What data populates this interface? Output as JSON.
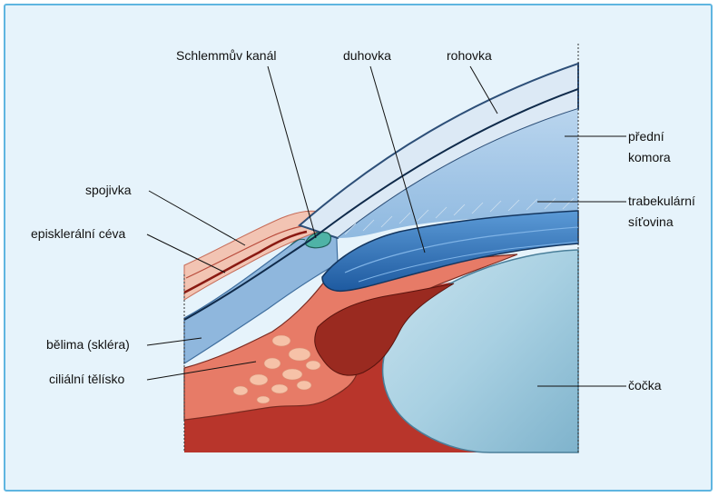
{
  "labels": {
    "schlemm": "Schlemmův kanál",
    "duhovka": "duhovka",
    "rohovka": "rohovka",
    "predni": "přední",
    "komora": "komora",
    "trabekularni": "trabekulární",
    "sitovina": "síťovina",
    "spojivka": "spojivka",
    "episkleralni": "episklerální céva",
    "belima": "bělima (skléra)",
    "cilialni": "ciliální tělísko",
    "cocka": "čočka"
  },
  "colors": {
    "frame_border": "#5fb5e0",
    "frame_fill": "#e6f3fb",
    "cornea": "#dce9f5",
    "anterior_chamber": "#aacbe9",
    "sclera": "#8fb7dd",
    "iris": "#2f73b8",
    "ciliary": "#e77b67",
    "choroid": "#b8352b",
    "lens": "#9fc8db",
    "conjunctiva": "#f2c4b3"
  }
}
